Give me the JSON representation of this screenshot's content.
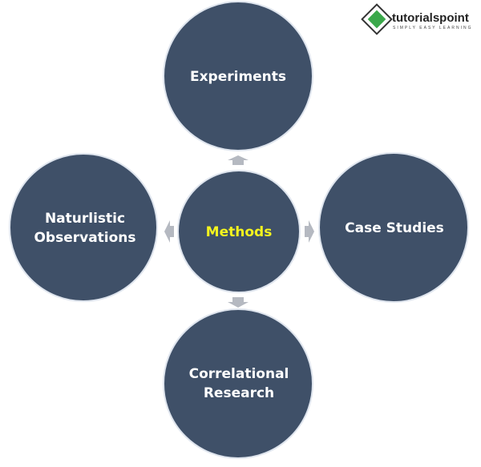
{
  "logo": {
    "brand": "tutorialspoint",
    "tagline": "SIMPLY EASY LEARNING"
  },
  "center": {
    "label": "Methods"
  },
  "nodes": {
    "top": {
      "label": "Experiments"
    },
    "right": {
      "label": "Case Studies"
    },
    "bottom": {
      "line1": "Correlational",
      "line2": "Research"
    },
    "left": {
      "line1": "Naturlistic",
      "line2": "Observations"
    }
  },
  "colors": {
    "circle": "#3f5068",
    "arrow": "#b5b9c1",
    "center_text": "#f4f41e"
  }
}
